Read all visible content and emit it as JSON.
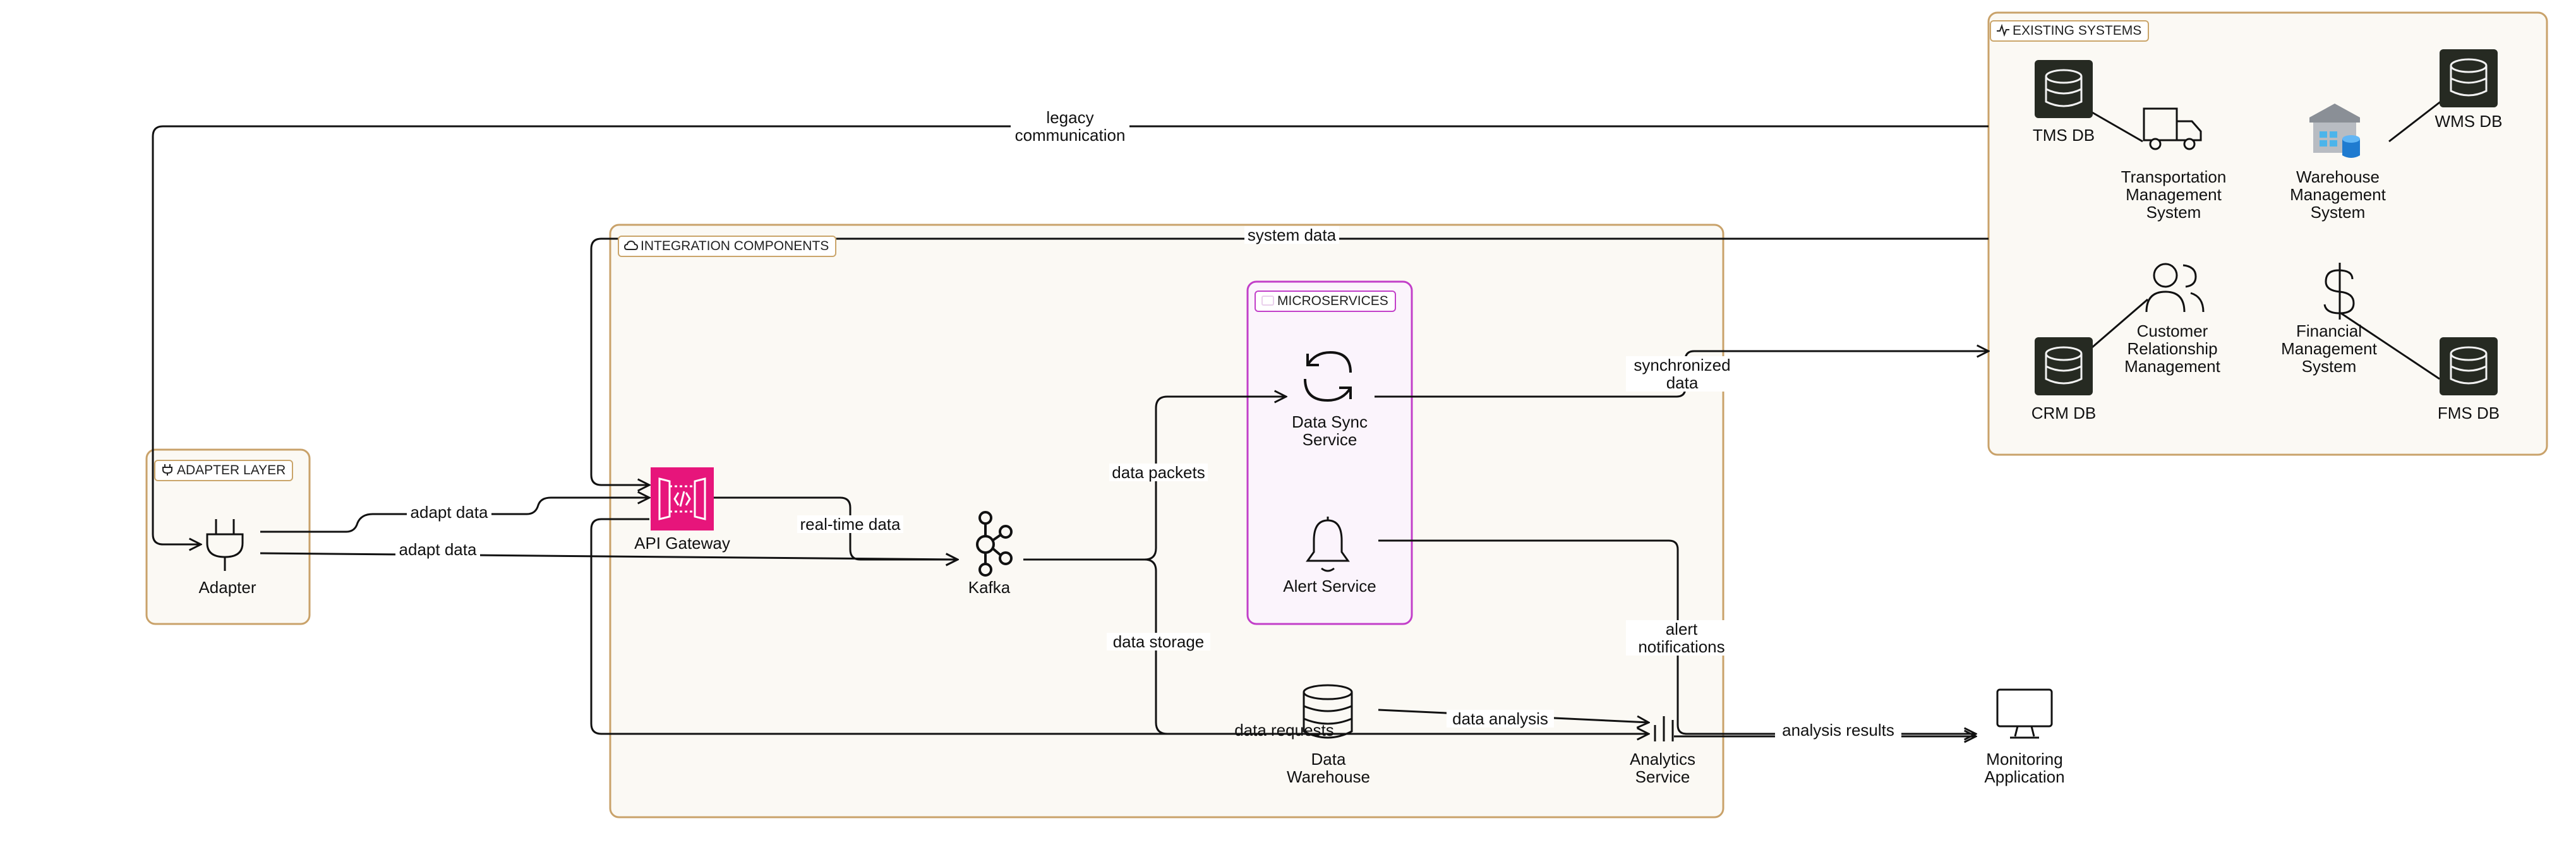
{
  "groups": {
    "existing": {
      "label": "EXISTING SYSTEMS",
      "color": "#c9a26a",
      "fill": "#fbf9f4"
    },
    "integration": {
      "label": "INTEGRATION COMPONENTS",
      "color": "#c9a26a",
      "fill": "#fbf9f4"
    },
    "adapter": {
      "label": "ADAPTER LAYER",
      "color": "#c9a26a",
      "fill": "#fbf9f4"
    },
    "microservices": {
      "label": "MICROSERVICES",
      "color": "#c23fc9",
      "fill": "#fbf4fc"
    }
  },
  "nodes": {
    "tms_db": "TMS DB",
    "wms_db": "WMS DB",
    "crm_db": "CRM DB",
    "fms_db": "FMS DB",
    "tms": "Transportation Management System",
    "wms": "Warehouse Management System",
    "crm": "Customer Relationship Management",
    "fms": "Financial Management System",
    "adapter": "Adapter",
    "api_gateway": "API Gateway",
    "kafka": "Kafka",
    "data_sync": "Data Sync Service",
    "alert": "Alert Service",
    "data_warehouse": "Data Warehouse",
    "analytics": "Analytics Service",
    "monitoring": "Monitoring Application"
  },
  "edges": {
    "legacy": "legacy communication",
    "system_data": "system data",
    "adapt_data_1": "adapt data",
    "adapt_data_2": "adapt data",
    "real_time": "real-time data",
    "data_packets": "data packets",
    "data_storage": "data storage",
    "synchronized": "synchronized data",
    "alert_notifications": "alert notifications",
    "data_requests": "data requests",
    "data_analysis": "data analysis",
    "analysis_results": "analysis results"
  },
  "colors": {
    "line": "#111111",
    "api_gateway": "#e7157b",
    "db_fill": "#262a22",
    "accent_blue": "#2a8fd6"
  },
  "icons": {
    "db": "database-icon",
    "truck": "truck-icon",
    "warehouse": "warehouse-icon",
    "people": "people-icon",
    "dollar": "dollar-icon",
    "plug": "plug-icon",
    "api": "api-gateway-icon",
    "kafka": "kafka-icon",
    "sync": "sync-icon",
    "bell": "bell-icon",
    "monitor": "monitor-icon",
    "cloud": "cloud-icon",
    "pulse": "pulse-icon"
  }
}
